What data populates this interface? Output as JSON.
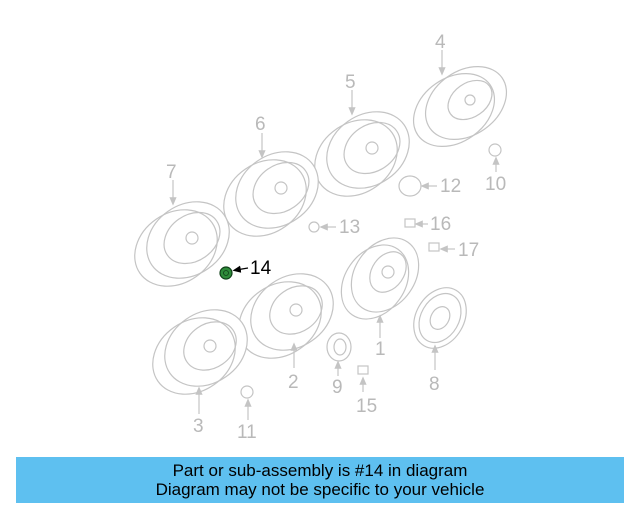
{
  "callouts": {
    "c1": "1",
    "c2": "2",
    "c3": "3",
    "c4": "4",
    "c5": "5",
    "c6": "6",
    "c7": "7",
    "c8": "8",
    "c9": "9",
    "c10": "10",
    "c11": "11",
    "c12": "12",
    "c13": "13",
    "c14": "14",
    "c15": "15",
    "c16": "16",
    "c17": "17"
  },
  "highlighted_part": "14",
  "colors": {
    "banner": "#5ec0f0",
    "highlight_part": "#2e8b3a",
    "inactive": "#c4c4c4"
  },
  "banner": {
    "line1": "Part or sub-assembly is #14 in diagram",
    "line2": "Diagram may not be specific to your vehicle"
  }
}
